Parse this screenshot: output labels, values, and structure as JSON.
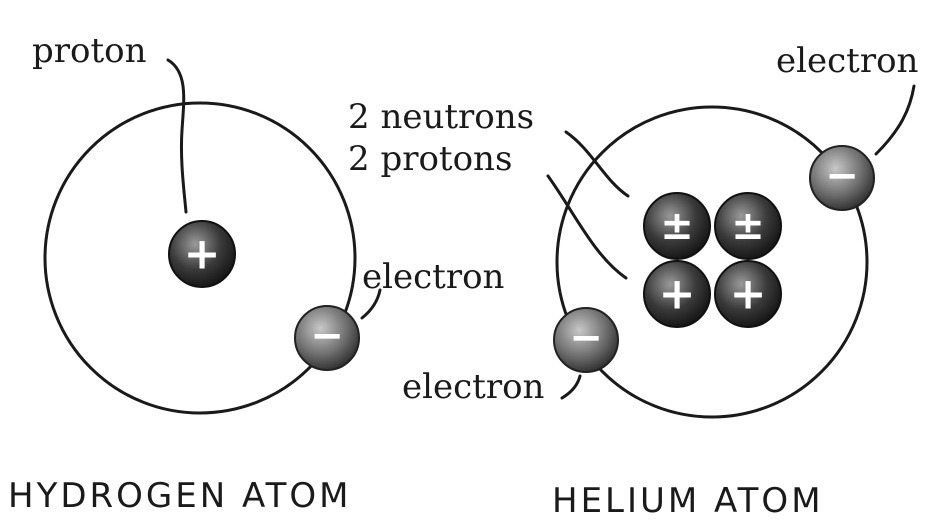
{
  "hydrogen": {
    "caption": "HYDROGEN ATOM",
    "proton_label": "proton",
    "electron_label": "electron",
    "proton_sign": "+",
    "electron_sign": "−"
  },
  "helium": {
    "caption": "HELIUM ATOM",
    "neutrons_label": "2 neutrons",
    "protons_label": "2 protons",
    "electron_label_top": "electron",
    "electron_label_bottom": "electron",
    "proton_sign": "+",
    "neutron_sign": "±",
    "electron_sign": "−"
  },
  "colors": {
    "ink": "#1a1a1a",
    "particle_dark": "#2b2b2b",
    "particle_light": "#8a8a8a",
    "background": "#ffffff"
  }
}
